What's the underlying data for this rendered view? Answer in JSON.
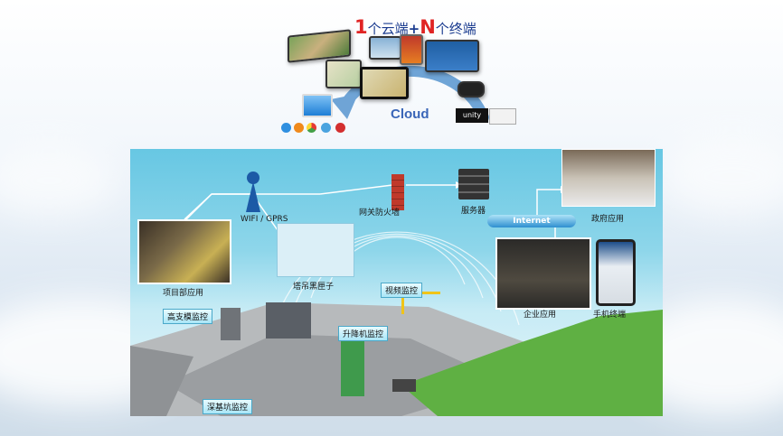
{
  "header": {
    "title_num1": "1",
    "title_part1": "个云端",
    "title_plus": "+",
    "title_numN": "N",
    "title_part2": "个终端",
    "cloud_label": "Cloud"
  },
  "terminals": {
    "unity_label": "unity"
  },
  "diagram": {
    "wifi_label": "WIFI / GPRS",
    "firewall_label": "网关防火墙",
    "server_label": "服务器",
    "internet_label": "Internet",
    "gov_label": "政府应用",
    "project_label": "项目部应用",
    "blackbox_label": "塔吊黑匣子",
    "enterprise_label": "企业应用",
    "mobile_label": "手机终端",
    "video_label": "视频监控",
    "highmold_label": "高支模监控",
    "lift_label": "升降机监控",
    "pit_label": "深基坑监控"
  },
  "colors": {
    "accent_blue": "#1b3c8f",
    "accent_red": "#e02424",
    "sky": "#67c7e3",
    "ground": "#a9acae",
    "grass": "#5fb043"
  }
}
